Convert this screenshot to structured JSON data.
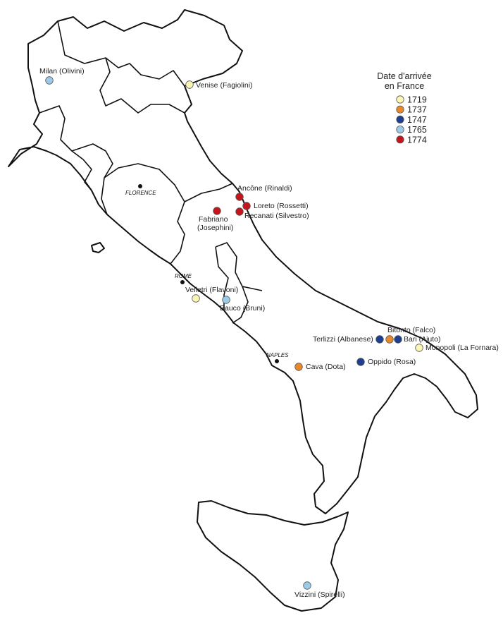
{
  "legend": {
    "title_line1": "Date d'arrivée",
    "title_line2": "en France",
    "items": [
      {
        "label": "1719",
        "color": "#fbf6b4"
      },
      {
        "label": "1737",
        "color": "#e8892b"
      },
      {
        "label": "1747",
        "color": "#1c3f8f"
      },
      {
        "label": "1765",
        "color": "#9ecae9"
      },
      {
        "label": "1774",
        "color": "#c4161c"
      }
    ]
  },
  "cities": [
    {
      "name": "FLORENCE"
    },
    {
      "name": "ROME"
    },
    {
      "name": "NAPLES"
    }
  ],
  "places": [
    {
      "label": "Milan (Olivini)",
      "year": "1765"
    },
    {
      "label": "Venise (Fagiolini)",
      "year": "1719"
    },
    {
      "label": "Ancône (Rinaldi)",
      "year": "1774"
    },
    {
      "label": "Loreto (Rossetti)",
      "year": "1774"
    },
    {
      "label": "Recanati (Silvestro)",
      "year": "1774"
    },
    {
      "label": "Fabriano",
      "label_line2": "(Josephini)",
      "year": "1774"
    },
    {
      "label": "Velletri (Flavoni)",
      "year": "1719"
    },
    {
      "label": "Bauco (Bruni)",
      "year": "1765"
    },
    {
      "label": "Terlizzi (Albanese)",
      "year": "1747"
    },
    {
      "label": "Bitonto (Falco)",
      "year": "1737"
    },
    {
      "label": "Bari (Ajuto)",
      "year": "1747"
    },
    {
      "label": "Monopoli (La Fornara)",
      "year": "1719"
    },
    {
      "label": "Oppido (Rosa)",
      "year": "1747"
    },
    {
      "label": "Cava (Dota)",
      "year": "1737"
    },
    {
      "label": "Vizzini (Spirelli)",
      "year": "1765"
    }
  ]
}
